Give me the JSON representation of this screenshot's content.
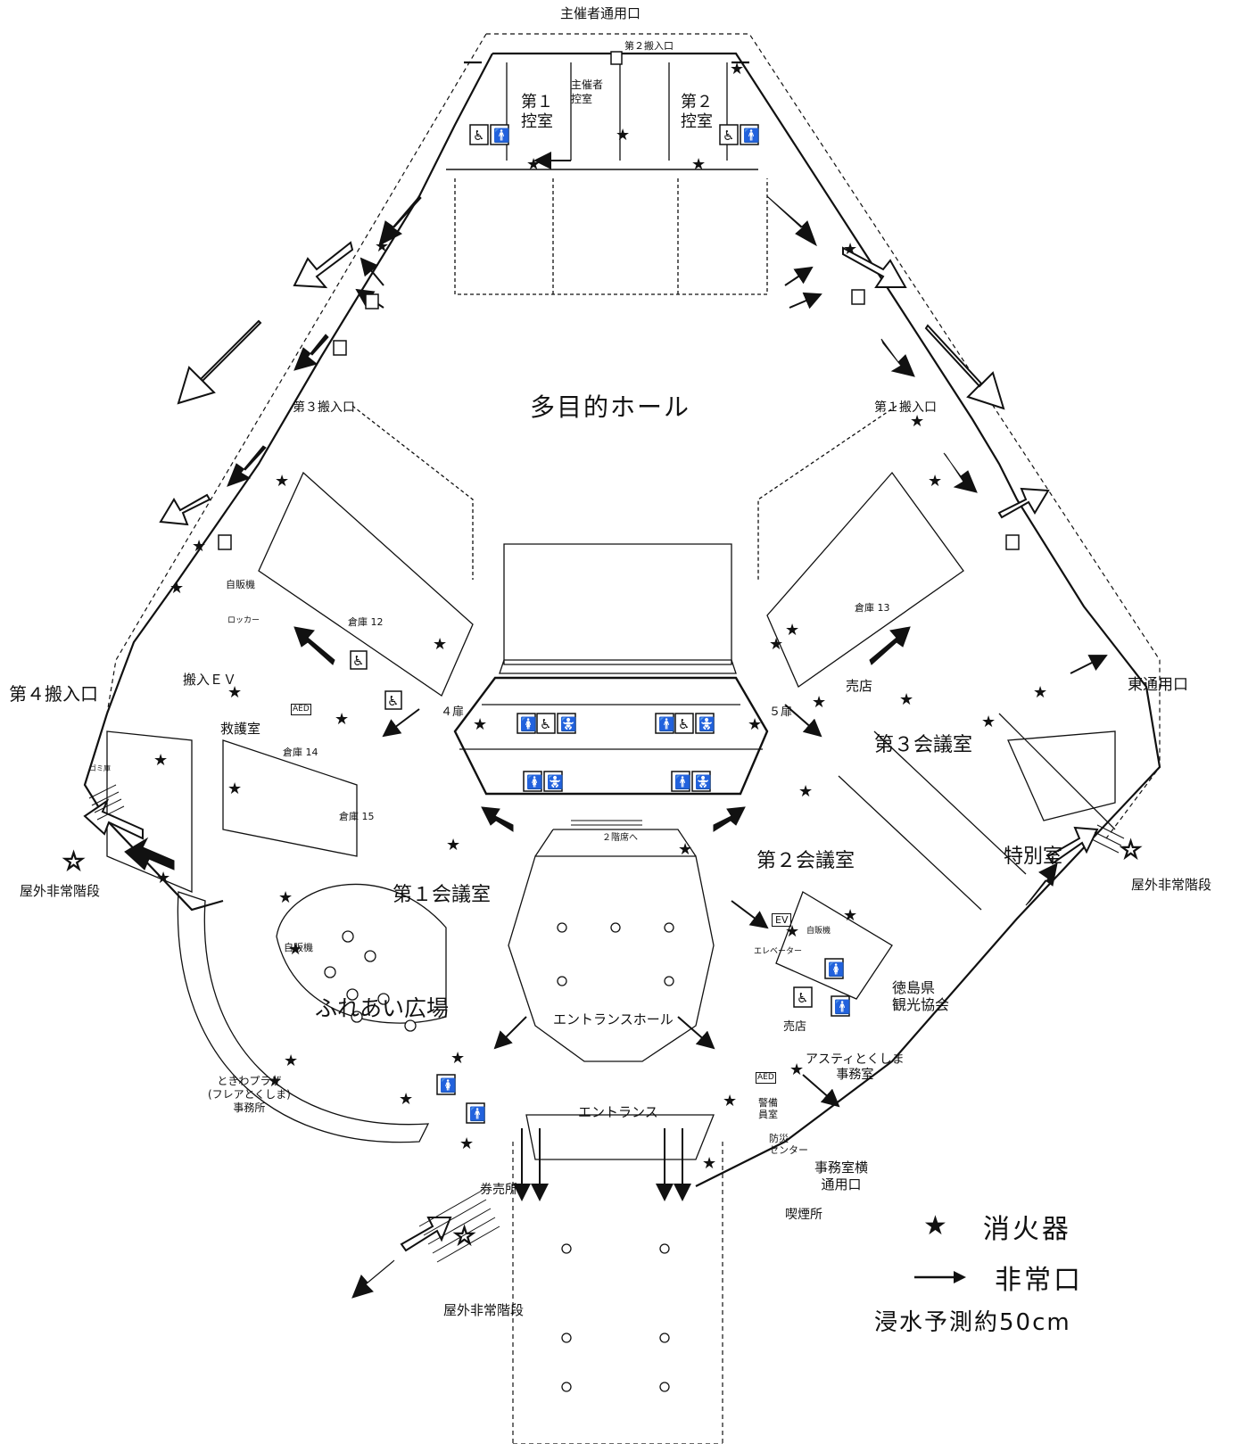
{
  "floor_plan": {
    "entrances": {
      "organizer_entrance": "主催者通用口",
      "east_entrance": "東通用口",
      "office_side_entrance": "事務室横\n通用口",
      "entrance": "エントランス"
    },
    "loading": {
      "no1": "第１搬入口",
      "no2": "第２搬入口",
      "no3": "第３搬入口",
      "no4": "第４搬入口",
      "ev": "搬入ＥＶ"
    },
    "rooms": {
      "main_hall": "多目的ホール",
      "waiting1": "第１\n控室",
      "waiting2": "第２\n控室",
      "organizer_waiting": "主催者\n控室",
      "meeting1": "第１会議室",
      "meeting2": "第２会議室",
      "meeting3": "第３会議室",
      "special": "特別室",
      "fureai": "ふれあい広場",
      "entrance_hall": "エントランスホール",
      "warehouse12": "倉庫 12",
      "warehouse13": "倉庫 13",
      "warehouse14": "倉庫 14",
      "warehouse15": "倉庫 15",
      "first_aid": "救護室",
      "shop1": "売店",
      "shop2": "売店",
      "vending1": "自販機",
      "vending2": "自販機",
      "vending3": "自販機",
      "locker": "ロッカー",
      "garbage": "ゴミ庫",
      "elevator": "エレベーター",
      "ticket": "券売所",
      "smoking": "喫煙所",
      "tourism": "徳島県\n観光協会",
      "asty_office": "アスティとくしま\n事務室",
      "security": "警備\n員室",
      "disaster": "防災\nセンター",
      "tokiwa": "ときわプラザ\n(フレアとくしま)\n事務所",
      "upstairs": "２階席へ"
    },
    "doors": {
      "door4": "４扉",
      "door5": "５扉"
    },
    "stairs": {
      "outdoor_left": "屋外非常階段",
      "outdoor_right": "屋外非常階段",
      "outdoor_bottom": "屋外非常階段"
    },
    "badges": {
      "aed": "AED",
      "ev": "EV"
    },
    "icons": [
      "fire-extinguisher-star",
      "emergency-exit-arrow",
      "evacuation-direction-arrow",
      "restroom-icon",
      "accessible-icon"
    ]
  },
  "legend": {
    "extinguisher_label": "消火器",
    "exit_label": "非常口",
    "flood_note": "浸水予測約50cm"
  },
  "colors": {
    "ink": "#111111",
    "background": "#ffffff"
  }
}
